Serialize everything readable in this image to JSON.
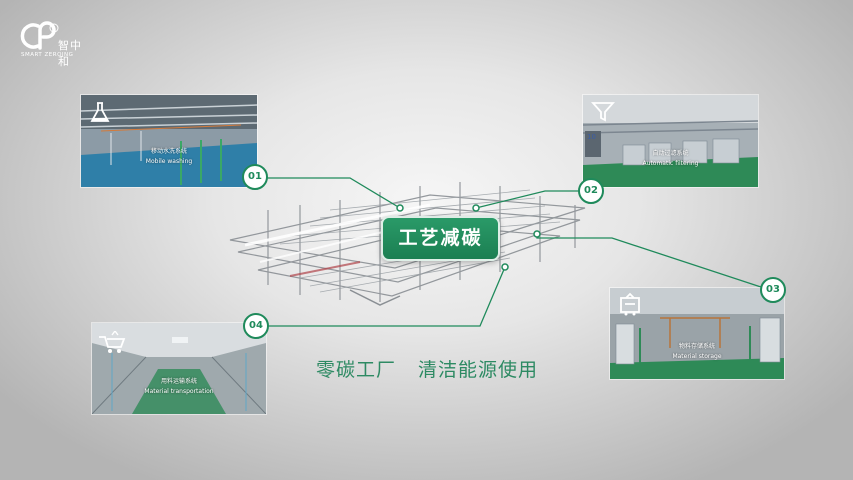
{
  "logo": {
    "name_cn": "智中和",
    "name_en": "SMART ZEROING",
    "mark": "cp-logo-mark",
    "mark_sub": "36"
  },
  "center": {
    "title": "工艺减碳"
  },
  "slogan": {
    "part1": "零碳工厂",
    "part2": "清洁能源使用"
  },
  "cards": [
    {
      "number": "01",
      "label_cn": "移动水洗系统",
      "label_en": "Mobile washing",
      "icon": "flask-icon"
    },
    {
      "number": "02",
      "label_cn": "自动过滤系统",
      "label_en": "Automatic filtering",
      "icon": "funnel-icon"
    },
    {
      "number": "03",
      "label_cn": "物料存储系统",
      "label_en": "Material storage",
      "icon": "storage-icon"
    },
    {
      "number": "04",
      "label_cn": "用料运输系统",
      "label_en": "Material transportation",
      "icon": "cart-icon"
    }
  ],
  "colors": {
    "accent": "#1f8a5b",
    "slogan": "#2d8a63",
    "background": "#d8d8d8",
    "floor": "#2f7fa8"
  }
}
